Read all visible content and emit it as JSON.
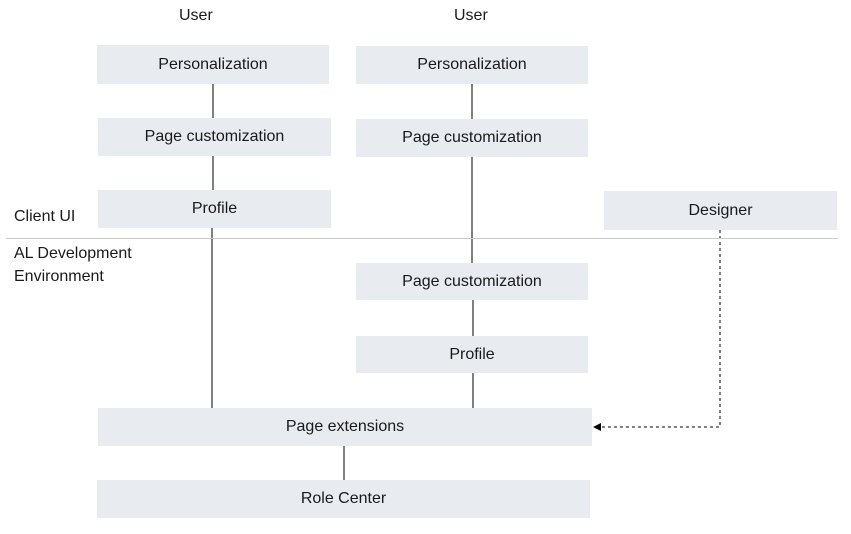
{
  "columns": {
    "left_header": "User",
    "middle_header": "User"
  },
  "zones": {
    "client_ui": "Client UI",
    "al_dev_line1": "AL Development",
    "al_dev_line2": "Environment"
  },
  "left": {
    "personalization": "Personalization",
    "page_customization": "Page customization",
    "profile": "Profile"
  },
  "middle": {
    "personalization": "Personalization",
    "page_customization_client": "Page customization",
    "page_customization_al": "Page customization",
    "profile": "Profile"
  },
  "designer": "Designer",
  "page_extensions": "Page extensions",
  "role_center": "Role Center"
}
